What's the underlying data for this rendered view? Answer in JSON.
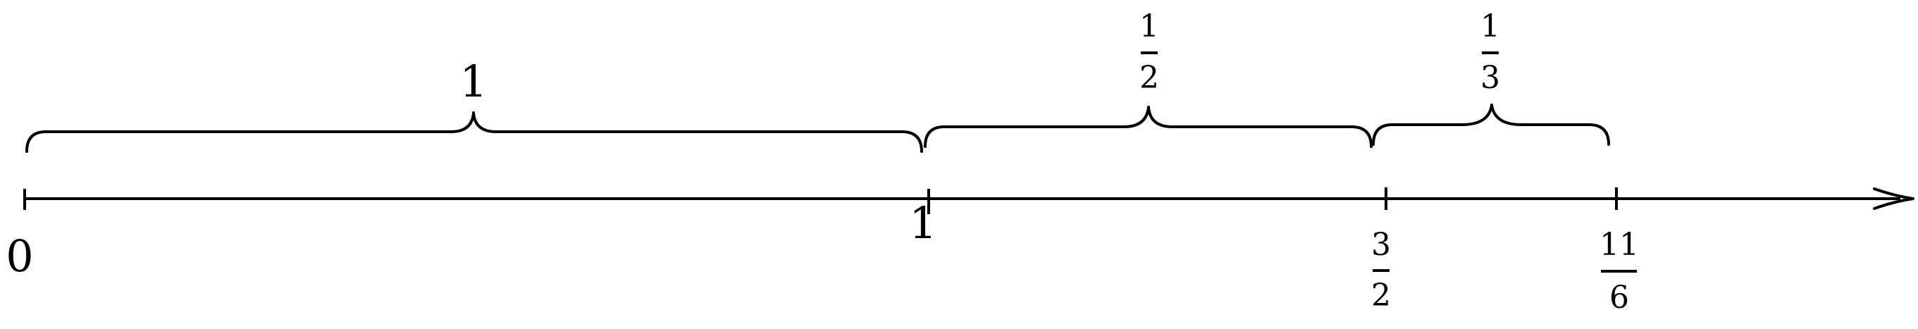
{
  "colors": {
    "stroke": "#000000",
    "background": "#ffffff"
  },
  "axis": {
    "arrow": "right-arrow-icon",
    "ticks": [
      {
        "value": 0,
        "label_type": "integer",
        "label": "0"
      },
      {
        "value": 1,
        "label_type": "integer",
        "label": "1"
      },
      {
        "value": 1.5,
        "label_type": "fraction",
        "numerator": "3",
        "denominator": "2"
      },
      {
        "value": 1.8333,
        "label_type": "fraction",
        "numerator": "11",
        "denominator": "6"
      }
    ]
  },
  "segments": [
    {
      "from": 0,
      "to": 1,
      "label_type": "integer",
      "label": "1"
    },
    {
      "from": 1,
      "to": 1.5,
      "label_type": "fraction",
      "numerator": "1",
      "denominator": "2"
    },
    {
      "from": 1.5,
      "to": 1.8333,
      "label_type": "fraction",
      "numerator": "1",
      "denominator": "3"
    }
  ]
}
